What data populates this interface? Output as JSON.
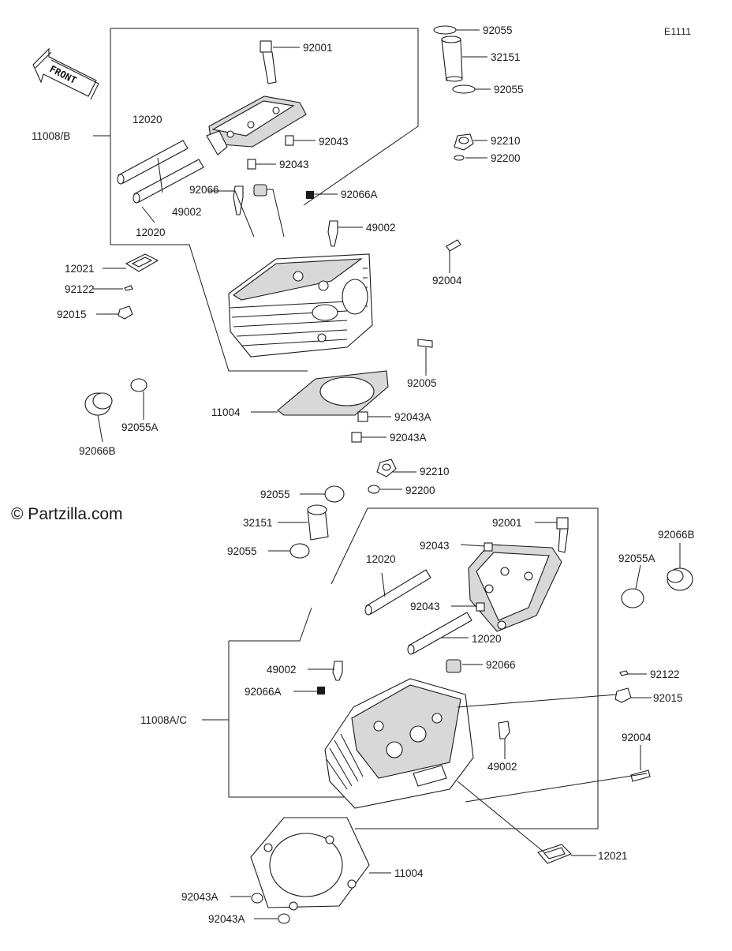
{
  "diagram_code": "E1111",
  "copyright": "© Partzilla.com",
  "front_label": "FRONT",
  "callouts": {
    "c92055_top1": "92055",
    "c32151_top": "32151",
    "c92055_top2": "92055",
    "c92001_top": "92001",
    "c12020_top1": "12020",
    "c11008B": "11008/B",
    "c92043_top1": "92043",
    "c92043_top2": "92043",
    "c92210_top": "92210",
    "c92200_top": "92200",
    "c92066_top": "92066",
    "c12020_top2": "12020",
    "c49002_top1": "49002",
    "c92066A_top": "92066A",
    "c49002_top2": "49002",
    "c12021_top": "12021",
    "c92122_top": "92122",
    "c92004_top": "92004",
    "c92015_top": "92015",
    "c92005": "92005",
    "c11004_top": "11004",
    "c92043A_top1": "92043A",
    "c92055A_top": "92055A",
    "c92043A_top2": "92043A",
    "c92066B_top": "92066B",
    "c92210_bot": "92210",
    "c92055_bot1": "92055",
    "c92200_bot": "92200",
    "c32151_bot": "32151",
    "c92001_bot": "92001",
    "c92066B_bot": "92066B",
    "c92043_bot1": "92043",
    "c92055_bot2": "92055",
    "c92055A_bot": "92055A",
    "c12020_bot1": "12020",
    "c92043_bot2": "92043",
    "c12020_bot2": "12020",
    "c49002_bot1": "49002",
    "c92066_bot": "92066",
    "c92122_bot": "92122",
    "c92066A_bot": "92066A",
    "c92015_bot": "92015",
    "c11008AC": "11008A/C",
    "c92004_bot": "92004",
    "c49002_bot2": "49002",
    "c12021_bot": "12021",
    "c11004_bot": "11004",
    "c92043A_bot1": "92043A",
    "c92043A_bot2": "92043A"
  }
}
